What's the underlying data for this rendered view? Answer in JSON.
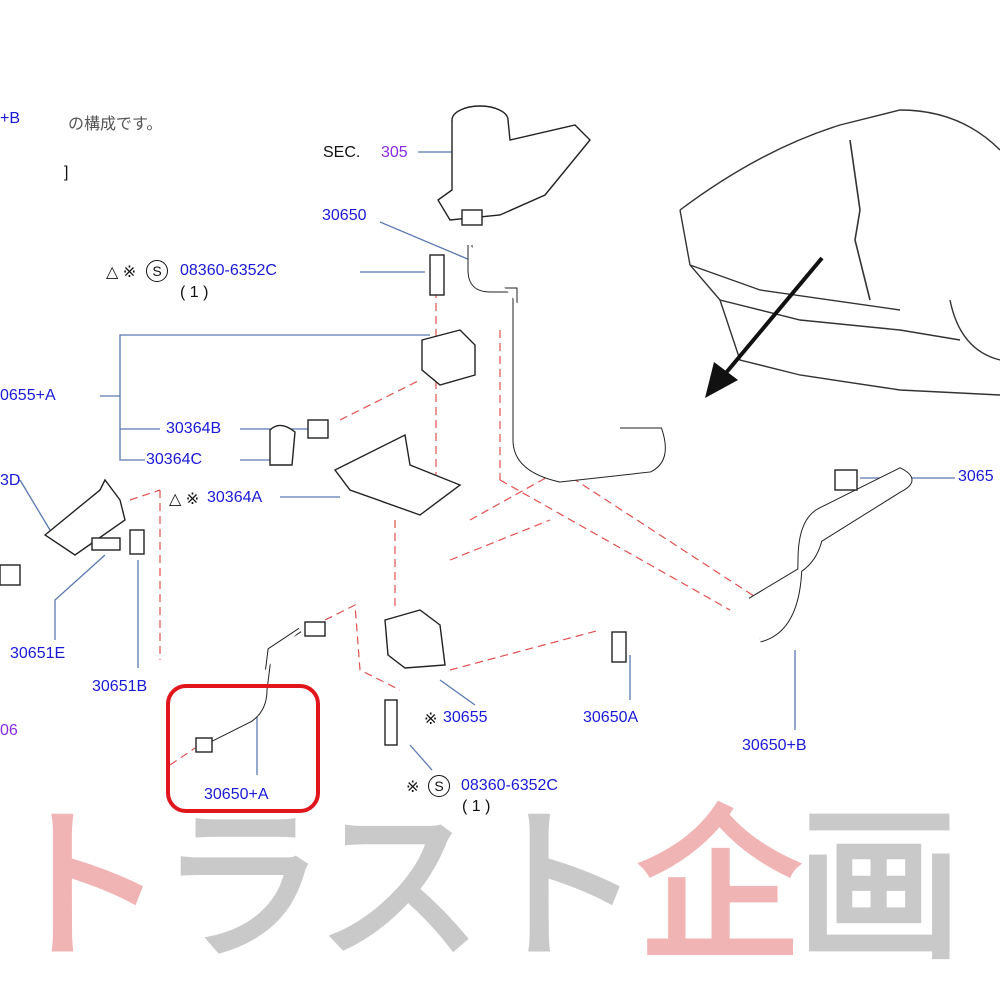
{
  "header": {
    "partial_ref": "+B",
    "note": "の構成です。",
    "bracket": "]"
  },
  "labels": {
    "sec": "SEC.",
    "sec_num": "305",
    "p30650": "30650",
    "bolt_top": {
      "prefix": "△ ※",
      "circle": "S",
      "code": "08360-6352C",
      "qty": "( 1 )"
    },
    "p30655A": "0655+A",
    "p30364B": "30364B",
    "p30364C": "30364C",
    "p30364A": {
      "prefix": "△ ※",
      "code": "30364A"
    },
    "p3D": "3D",
    "p30651E": "30651E",
    "p30651B": "30651B",
    "p06": "06",
    "p30650A_hl": "30650+A",
    "p30655": {
      "prefix": "※",
      "code": "30655"
    },
    "bolt_bottom": {
      "prefix": "※",
      "circle": "S",
      "code": "08360-6352C",
      "qty": "( 1 )"
    },
    "p30650A": "30650A",
    "p30650B": "30650+B",
    "p3065_right": "3065"
  },
  "watermark": {
    "text": "トラスト企画"
  },
  "colors": {
    "label": "#1a1ad6",
    "highlight": "#e0161c",
    "dash": "#e05050",
    "leader": "#5a78b0"
  }
}
